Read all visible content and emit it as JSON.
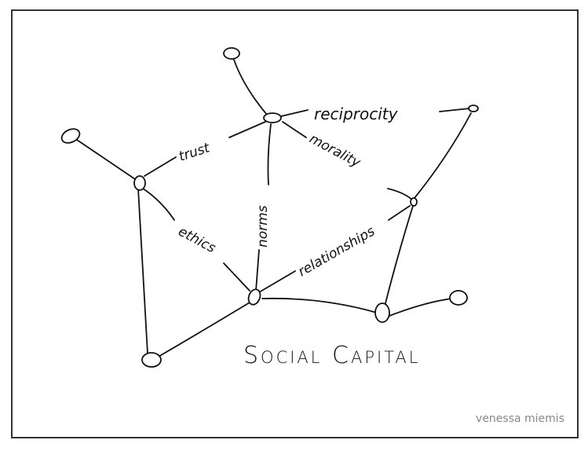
{
  "diagram": {
    "title": "Social Capital",
    "edge_labels": {
      "trust": "trust",
      "reciprocity": "reciprocity",
      "morality": "morality",
      "norms": "norms",
      "ethics": "ethics",
      "relationships": "relationships"
    }
  },
  "credit": "venessa miemis"
}
